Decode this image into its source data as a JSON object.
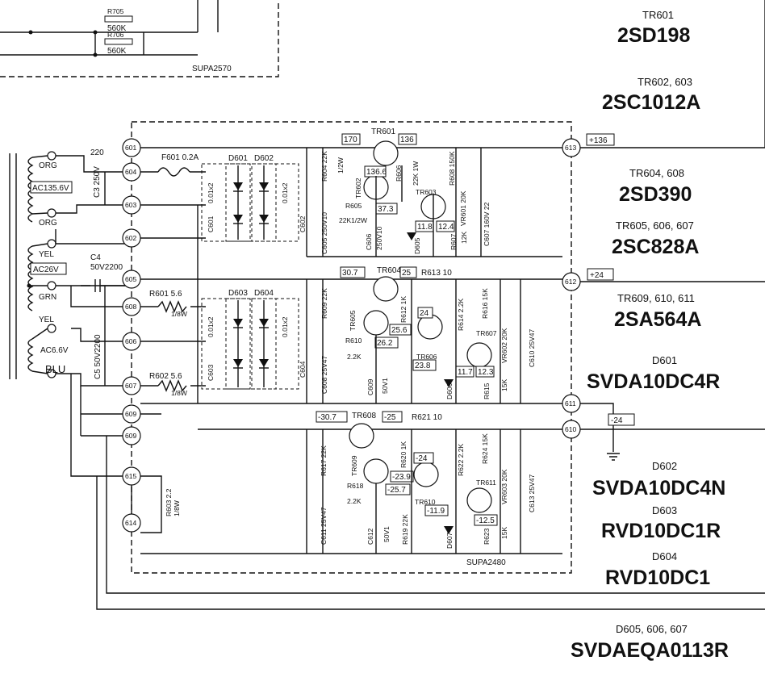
{
  "parts_list": [
    {
      "ref": "TR601",
      "part": "2SD198"
    },
    {
      "ref": "TR602, 603",
      "part": "2SC1012A"
    },
    {
      "ref": "TR604, 608",
      "part": "2SD390"
    },
    {
      "ref": "TR605, 606, 607",
      "part": "2SC828A"
    },
    {
      "ref": "TR609, 610, 611",
      "part": "2SA564A"
    },
    {
      "ref": "D601",
      "part": "SVDA10DC4R"
    },
    {
      "ref": "D602",
      "part": "SVDA10DC4N"
    },
    {
      "ref": "D603",
      "part": "RVD10DC1R"
    },
    {
      "ref": "D604",
      "part": "RVD10DC1"
    },
    {
      "ref": "D605, 606, 607",
      "part": "SVDAEQA0113R"
    }
  ],
  "boards": {
    "top": "SUPA2570",
    "main": "SUPA2480"
  },
  "terminals": [
    "601",
    "604",
    "603",
    "602",
    "605",
    "608",
    "606",
    "607",
    "609",
    "609",
    "615",
    "614",
    "613",
    "612",
    "611",
    "610"
  ],
  "transformer": {
    "wires": [
      "ORG",
      "ORG",
      "YEL",
      "GRN",
      "YEL",
      "BLU"
    ],
    "voltages": [
      "AC135.6V",
      "AC26V",
      "AC6.6V"
    ],
    "tap_220": "220"
  },
  "outputs": [
    "+136",
    "+24",
    "-24"
  ],
  "test_voltages": [
    "170",
    "136",
    "136.6",
    "37.3",
    "11.8",
    "12.4",
    "30.7",
    "25",
    "24",
    "25.6",
    "26.2",
    "23.8",
    "11.7",
    "12.3",
    "-30.7",
    "-25",
    "-24",
    "-23.9",
    "-25.7",
    "-11.9",
    "-12.5"
  ],
  "top_resistors": [
    {
      "ref": "R705",
      "value": "560K"
    },
    {
      "ref": "R706",
      "value": "560K"
    }
  ],
  "components": {
    "f601": "F601 0.2A",
    "d601": "D601",
    "d602": "D602",
    "d603": "D603",
    "d604": "D604",
    "c601": "C601",
    "c602": "C602",
    "c603": "C603",
    "c604": "C604",
    "c601v": "0.01x2",
    "c602v": "0.01x2",
    "c603v": "0.01x2",
    "c604v": "0.01x2",
    "c3": "C3 250V",
    "c4a": "C4",
    "c4b": "50V2200",
    "c5": "C5 50V2200",
    "r601": "R601 5.6",
    "r601w": "1/8W",
    "r602": "R602 5.6",
    "r602w": "1/8W",
    "r603": "R603 2.2",
    "r603w": "1/8W",
    "tr601": "TR601",
    "tr602": "TR602",
    "tr603": "TR603",
    "tr604": "TR604",
    "tr605": "TR605",
    "tr606": "TR606",
    "tr607": "TR607",
    "tr608": "TR608",
    "tr609": "TR609",
    "tr610": "TR610",
    "tr611": "TR611",
    "r604": "R604 22K",
    "r604w": "1/2W",
    "r605": "R605",
    "r605v": "22K1/2W",
    "r606": "R606",
    "r606v": "22K 1W",
    "r607": "R607",
    "r607v": "12K",
    "r608": "R608 150K",
    "vr601": "VR601 20K",
    "c605": "C605 250V10",
    "c606": "C606",
    "c606v": "250V10",
    "c607": "C607 160V 22",
    "d605": "D605",
    "r613": "R613 10",
    "r609": "R609 22K",
    "r610": "R610",
    "r610v": "2.2K",
    "r612": "R612 1K",
    "r614": "R614 2.2K",
    "r616": "R616 15K",
    "vr602": "VR602 20K",
    "r615": "R615",
    "r615v": "15K",
    "c608": "C608 25V47",
    "c609": "C609",
    "c609v": "50V1",
    "c610": "C610 25V47",
    "d606": "D606",
    "r621": "R621 10",
    "r617": "R617 22K",
    "r618": "R618",
    "r618v": "2.2K",
    "r620": "R620 1K",
    "r622": "R622 2.2K",
    "r624": "R624 15K",
    "vr603": "VR603 20K",
    "r623": "R623",
    "r623v": "15K",
    "c611": "C611 25V47",
    "c612": "C612",
    "c612v": "50V1",
    "c613": "C613 25V47",
    "d607": "D607",
    "r619": "R619 22K"
  }
}
